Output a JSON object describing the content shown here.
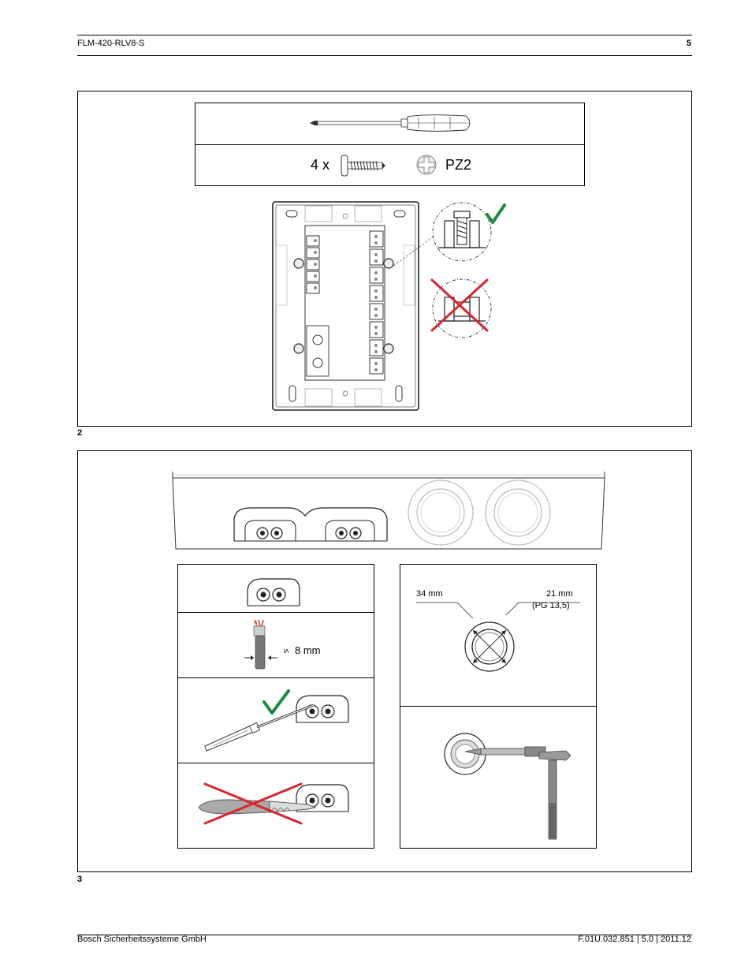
{
  "header": {
    "product": "FLM-420-RLV8-S",
    "page_number": "5"
  },
  "figure2": {
    "number": "2",
    "screw_count": "4 x",
    "bit_type": "PZ2",
    "icons": [
      "screwdriver-icon",
      "screw-icon",
      "pozidriv-bit-icon",
      "checkmark-icon",
      "cross-icon"
    ]
  },
  "figure3": {
    "number": "3",
    "strip_length": "8 mm",
    "strip_symbol": "≤",
    "knockout_outer": "34 mm",
    "knockout_inner": "21 mm",
    "knockout_pg": "(PG 13,5)",
    "icons": [
      "screwdriver-icon",
      "knife-icon",
      "hammer-icon",
      "chisel-icon",
      "checkmark-icon",
      "cross-icon"
    ]
  },
  "colors": {
    "check_green": "#1f8a3b",
    "cross_red": "#d7262e",
    "gray_light": "#c8c8c8",
    "gray_dark": "#666666"
  },
  "footer": {
    "company": "Bosch Sicherheitssysteme GmbH",
    "doc_info": "F.01U.032.851 | 5.0 | 2011.12"
  }
}
